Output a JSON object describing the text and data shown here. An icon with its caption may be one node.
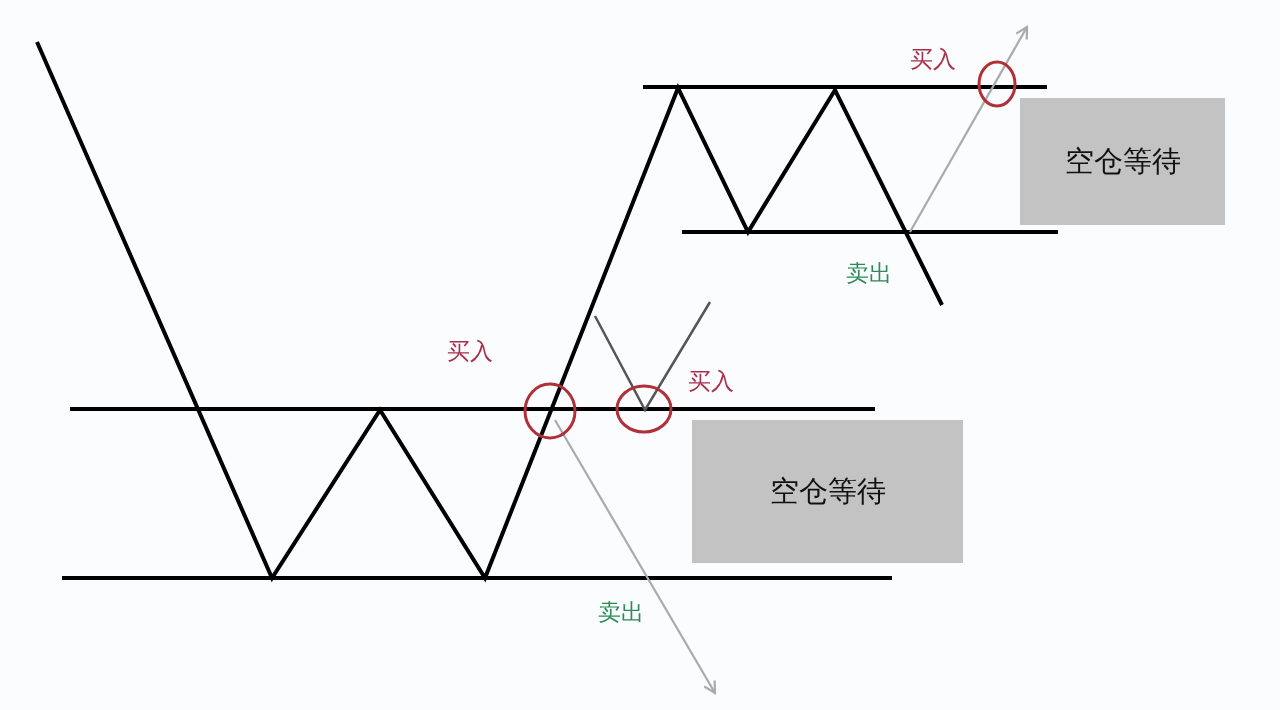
{
  "diagram": {
    "nodes": [
      {
        "text": [
          "空仓等待"
        ]
      },
      {
        "text": [
          "空仓等待"
        ]
      }
    ],
    "labels": [
      "买入",
      "卖出",
      "买入",
      "买入",
      "卖出"
    ]
  }
}
